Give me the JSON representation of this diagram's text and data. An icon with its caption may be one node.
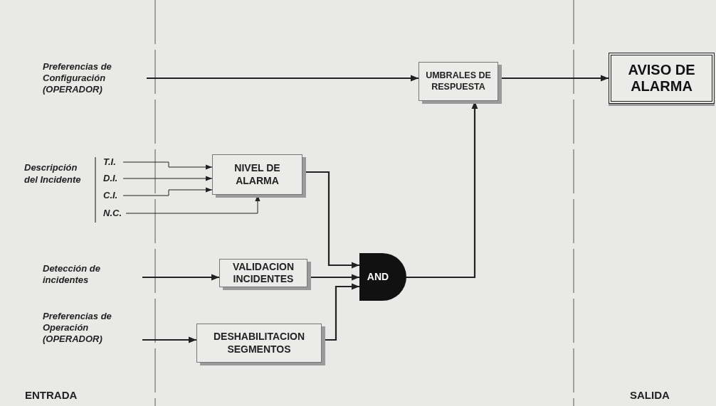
{
  "diagram": {
    "nodes": [
      {
        "text": [
          "Preferencias de Configuración (OPERADOR)"
        ]
      },
      {
        "text": [
          "UMBRALES DE RESPUESTA"
        ]
      },
      {
        "text": [
          "AVISO DE ALARMA"
        ]
      },
      {
        "text": [
          "T.I."
        ]
      },
      {
        "text": [
          "D.I."
        ]
      },
      {
        "text": [
          "C.I."
        ]
      },
      {
        "text": [
          "N.C."
        ]
      },
      {
        "text": [
          "NIVEL DE ALARMA"
        ]
      },
      {
        "text": [
          "Detección de incidentes"
        ]
      },
      {
        "text": [
          "VALIDACION INCIDENTES"
        ]
      },
      {
        "text": [
          "Preferencias de Operación (OPERADOR)"
        ]
      },
      {
        "text": [
          "DESHABILITACION SEGMENTOS"
        ]
      },
      {
        "text": [
          "AND"
        ]
      }
    ],
    "edges": [
      {
        "from": 0,
        "to": 1,
        "arrow": "to"
      },
      {
        "from": 1,
        "to": 2,
        "arrow": "to"
      },
      {
        "from": 3,
        "to": 7,
        "arrow": "to"
      },
      {
        "from": 4,
        "to": 7,
        "arrow": "to"
      },
      {
        "from": 5,
        "to": 7,
        "arrow": "to"
      },
      {
        "from": 6,
        "to": 7,
        "arrow": "to"
      },
      {
        "from": 7,
        "to": 12,
        "arrow": "to"
      },
      {
        "from": 8,
        "to": 9,
        "arrow": "to"
      },
      {
        "from": 9,
        "to": 12,
        "arrow": "to"
      },
      {
        "from": 10,
        "to": 11,
        "arrow": "to"
      },
      {
        "from": 11,
        "to": 12,
        "arrow": "to"
      },
      {
        "from": 12,
        "to": 1,
        "arrow": "to"
      }
    ],
    "labels": [
      "Descripción del Incidente",
      "ENTRADA",
      "SALIDA"
    ]
  }
}
